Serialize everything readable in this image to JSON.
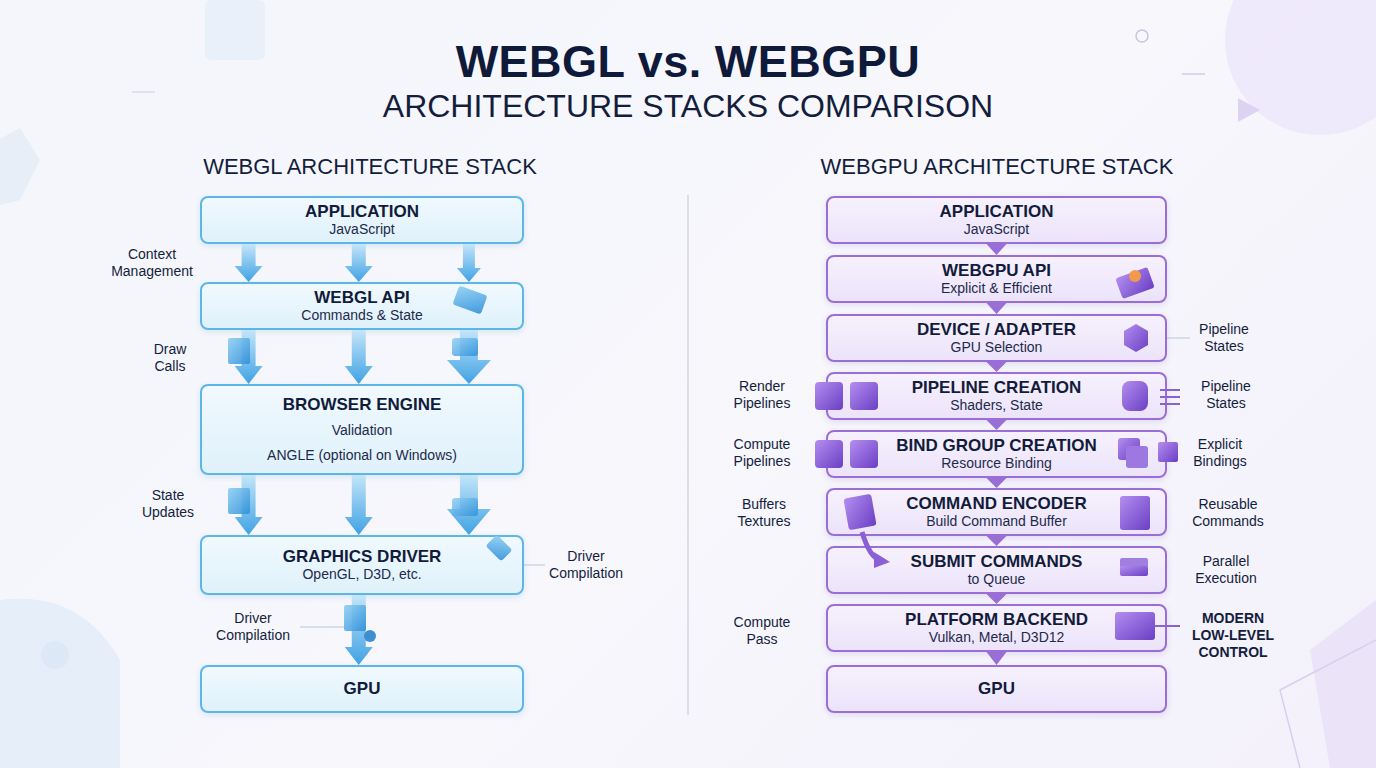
{
  "diagram": {
    "title": "WEBGL vs. WEBGPU",
    "nodes": [
      {
        "text": [
          "APPLICATION",
          "JavaScript"
        ]
      },
      {
        "text": [
          "WEBGL API",
          "Commands & State"
        ]
      },
      {
        "text": [
          "BROWSER ENGINE",
          "Validation",
          "ANGLE (optional on Windows)"
        ]
      },
      {
        "text": [
          "GRAPHICS DRIVER",
          "OpenGL, D3D, etc."
        ]
      },
      {
        "text": [
          "GPU"
        ]
      },
      {
        "text": [
          "APPLICATION",
          "JavaScript"
        ]
      },
      {
        "text": [
          "WEBGPU API",
          "Explicit & Efficient"
        ]
      },
      {
        "text": [
          "DEVICE / ADAPTER",
          "GPU Selection"
        ]
      },
      {
        "text": [
          "PIPELINE CREATION",
          "Shaders, State"
        ]
      },
      {
        "text": [
          "BIND GROUP CREATION",
          "Resource Binding"
        ]
      },
      {
        "text": [
          "COMMAND ENCODER",
          "Build Command Buffer"
        ]
      },
      {
        "text": [
          "SUBMIT COMMANDS",
          "to Queue"
        ]
      },
      {
        "text": [
          "PLATFORM BACKEND",
          "Vulkan, Metal, D3D12"
        ]
      },
      {
        "text": [
          "GPU"
        ]
      }
    ],
    "edges": [
      {
        "from": 0,
        "to": 1,
        "arrow": "to"
      },
      {
        "from": 0,
        "to": 1,
        "arrow": "to"
      },
      {
        "from": 0,
        "to": 1,
        "arrow": "to"
      },
      {
        "from": 1,
        "to": 2,
        "arrow": "to"
      },
      {
        "from": 1,
        "to": 2,
        "arrow": "to"
      },
      {
        "from": 1,
        "to": 2,
        "arrow": "to"
      },
      {
        "from": 2,
        "to": 3,
        "arrow": "to"
      },
      {
        "from": 2,
        "to": 3,
        "arrow": "to"
      },
      {
        "from": 2,
        "to": 3,
        "arrow": "to"
      },
      {
        "from": 3,
        "to": 4,
        "arrow": "to"
      },
      {
        "from": 5,
        "to": 6,
        "arrow": "to"
      },
      {
        "from": 6,
        "to": 7,
        "arrow": "to"
      },
      {
        "from": 7,
        "to": 8,
        "arrow": "to"
      },
      {
        "from": 8,
        "to": 9,
        "arrow": "to"
      },
      {
        "from": 9,
        "to": 10,
        "arrow": "to"
      },
      {
        "from": 10,
        "to": 11,
        "arrow": "to"
      },
      {
        "from": 11,
        "to": 12,
        "arrow": "to"
      },
      {
        "from": 12,
        "to": 13,
        "arrow": "to"
      }
    ],
    "labels": [
      "ARCHITECTURE STACKS COMPARISON",
      "WEBGL ARCHITECTURE STACK",
      "WEBGPU ARCHITECTURE STACK",
      "Context Management",
      "Draw Calls",
      "State Updates",
      "Driver Compilation",
      "Driver Compilation",
      "Pipeline States",
      "Render Pipelines",
      "Pipeline States",
      "Compute Pipelines",
      "Explicit Bindings",
      "Buffers Textures",
      "Reusable Commands",
      "Parallel Execution",
      "Compute Pass",
      "MODERN LOW-LEVEL CONTROL"
    ]
  }
}
